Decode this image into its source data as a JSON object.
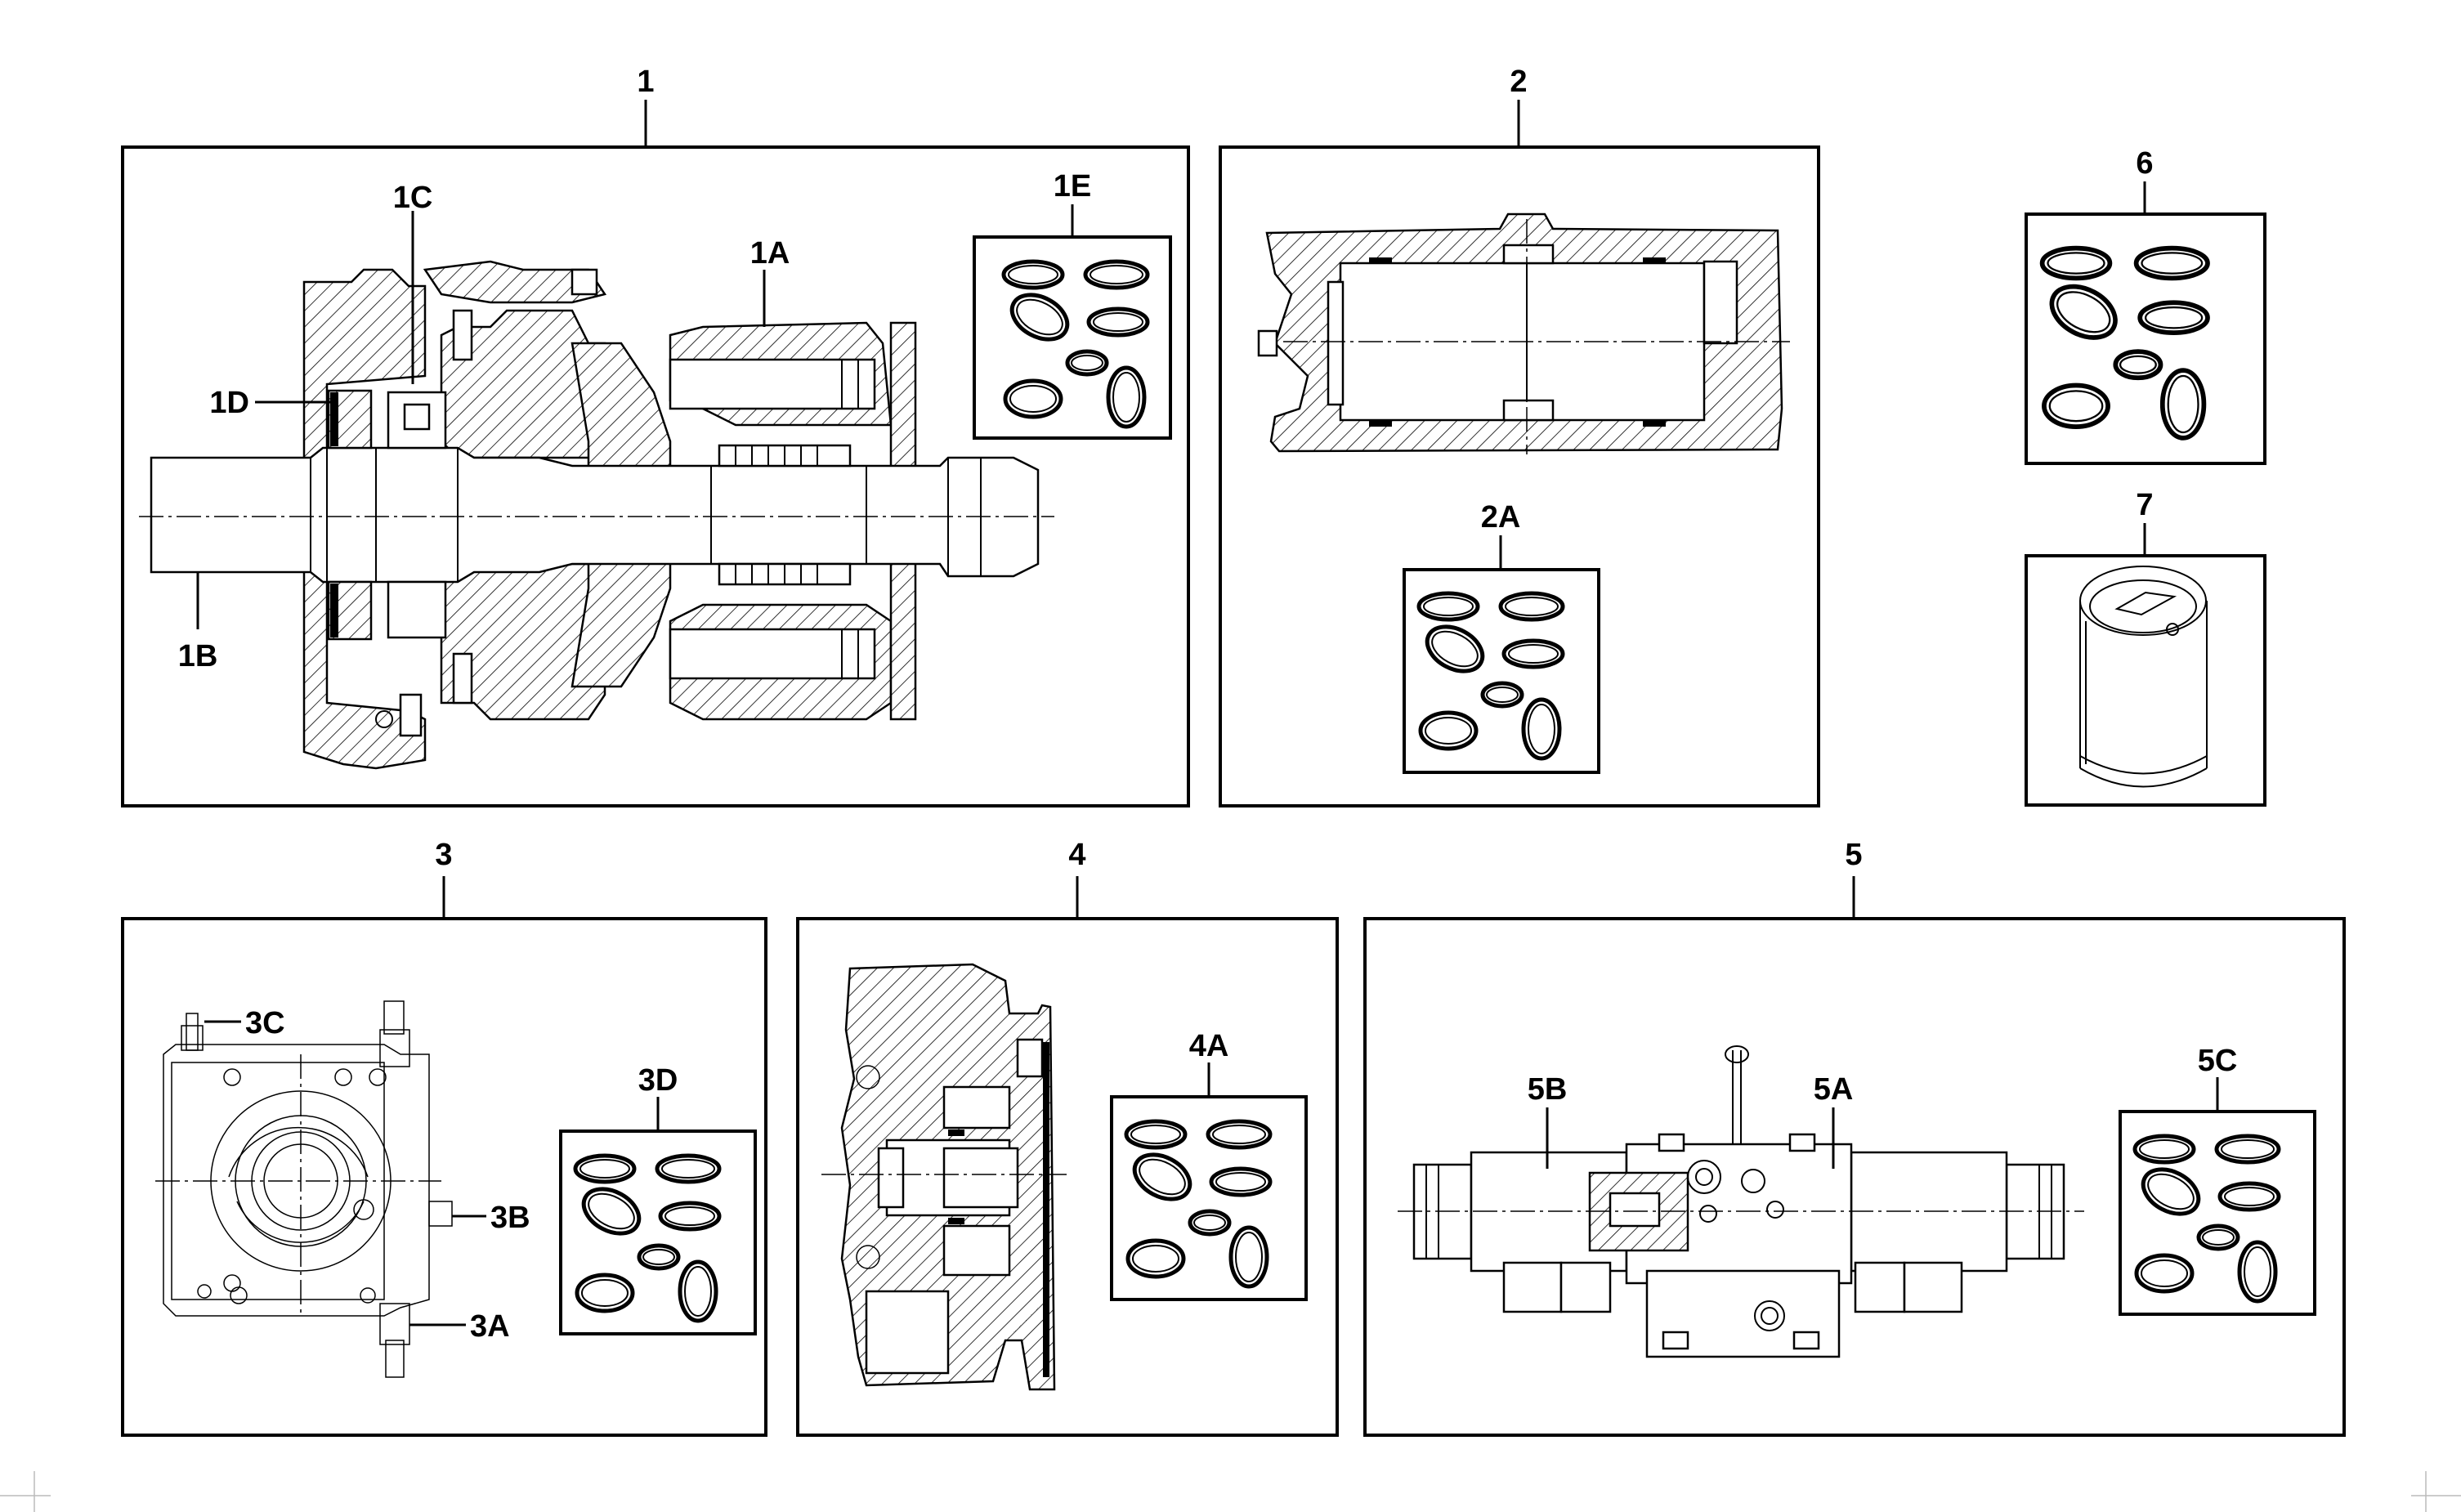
{
  "callouts": {
    "c1": "1",
    "c1A": "1A",
    "c1B": "1B",
    "c1C": "1C",
    "c1D": "1D",
    "c1E": "1E",
    "c2": "2",
    "c2A": "2A",
    "c3": "3",
    "c3A": "3A",
    "c3B": "3B",
    "c3C": "3C",
    "c3D": "3D",
    "c4": "4",
    "c4A": "4A",
    "c5": "5",
    "c5A": "5A",
    "c5B": "5B",
    "c5C": "5C",
    "c6": "6",
    "c7": "7"
  },
  "icons": {
    "pump": "pump-cross-section-icon",
    "cylinder": "control-cylinder-icon",
    "regulator": "regulator-block-icon",
    "endcap": "port-plate-section-icon",
    "valve": "solenoid-valve-icon",
    "filter": "filter-cartridge-icon",
    "seals": "seal-kit-icon"
  },
  "colors": {
    "line": "#000000",
    "background": "#ffffff"
  }
}
